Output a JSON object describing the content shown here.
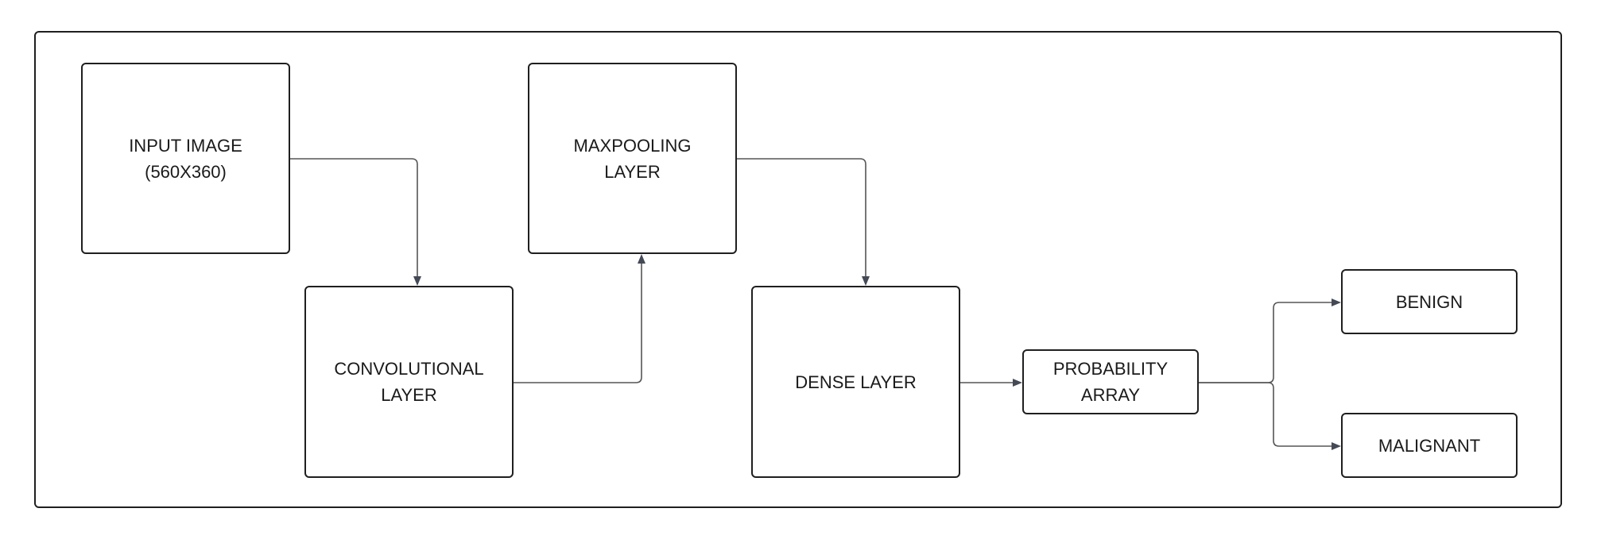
{
  "diagram": {
    "nodes": {
      "input": {
        "label": "INPUT IMAGE\n(560X360)"
      },
      "conv": {
        "label": "CONVOLUTIONAL\nLAYER"
      },
      "maxpool": {
        "label": "MAXPOOLING\nLAYER"
      },
      "dense": {
        "label": "DENSE LAYER"
      },
      "prob": {
        "label": "PROBABILITY\nARRAY"
      },
      "benign": {
        "label": "BENIGN"
      },
      "malignant": {
        "label": "MALIGNANT"
      }
    },
    "edges": [
      {
        "from": "input",
        "to": "conv"
      },
      {
        "from": "conv",
        "to": "maxpool"
      },
      {
        "from": "maxpool",
        "to": "dense"
      },
      {
        "from": "dense",
        "to": "prob"
      },
      {
        "from": "prob",
        "to": "benign"
      },
      {
        "from": "prob",
        "to": "malignant"
      }
    ],
    "colors": {
      "border": "#1f1f1f",
      "edge": "#555555",
      "arrowhead": "#444a55",
      "text": "#1a1a1a"
    }
  }
}
